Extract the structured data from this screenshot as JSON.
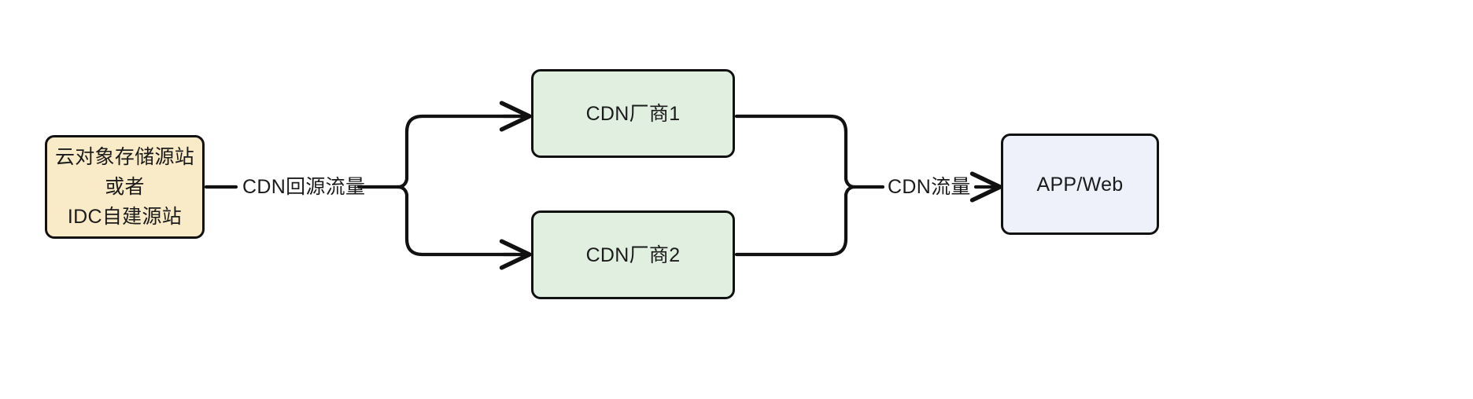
{
  "diagram": {
    "title": "CDN traffic flow diagram",
    "background": "#ffffff",
    "stroke_color": "#111111",
    "text_color": "#1b1b1b",
    "nodes": [
      {
        "id": "origin",
        "label": "云对象存储源站\n或者\nIDC自建源站",
        "fill": "#faebc8"
      },
      {
        "id": "cdn_vendor_1",
        "label": "CDN厂商1",
        "fill": "#e0efe0"
      },
      {
        "id": "cdn_vendor_2",
        "label": "CDN厂商2",
        "fill": "#e0efe0"
      },
      {
        "id": "client",
        "label": "APP/Web",
        "fill": "#eef1fa"
      }
    ],
    "edges": [
      {
        "id": "origin-to-vendors",
        "label": "CDN回源流量",
        "from": "origin",
        "to": [
          "cdn_vendor_1",
          "cdn_vendor_2"
        ],
        "arrowhead": true
      },
      {
        "id": "vendors-to-client",
        "label": "CDN流量",
        "from": [
          "cdn_vendor_1",
          "cdn_vendor_2"
        ],
        "to": "client",
        "arrowhead": true
      }
    ]
  }
}
